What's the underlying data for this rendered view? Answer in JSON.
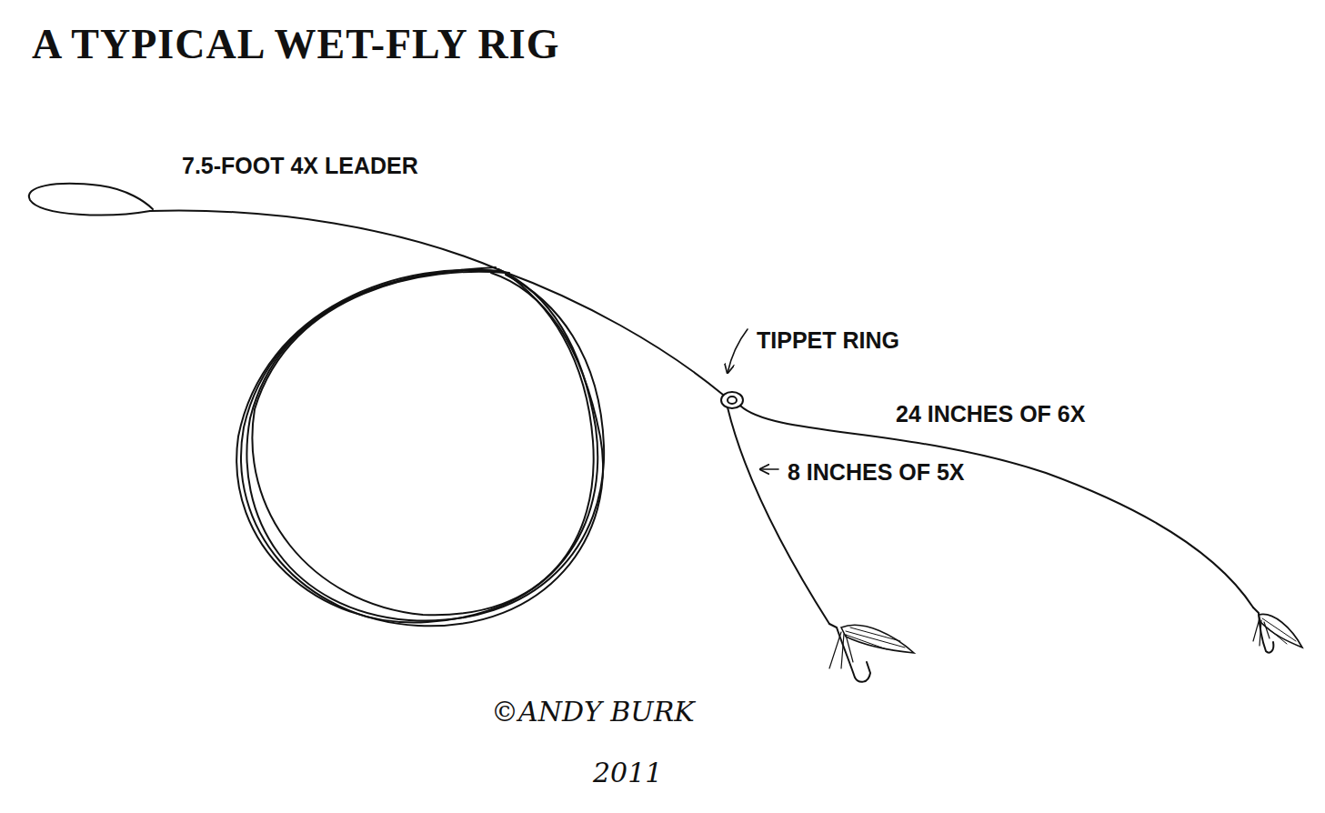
{
  "diagram": {
    "title": "A TYPICAL WET-FLY RIG",
    "labels": [
      "7.5-FOOT 4X LEADER",
      "TIPPET RING",
      "24 INCHES OF 6X",
      "8 INCHES OF 5X",
      "©ANDY BURK",
      "2011"
    ]
  }
}
